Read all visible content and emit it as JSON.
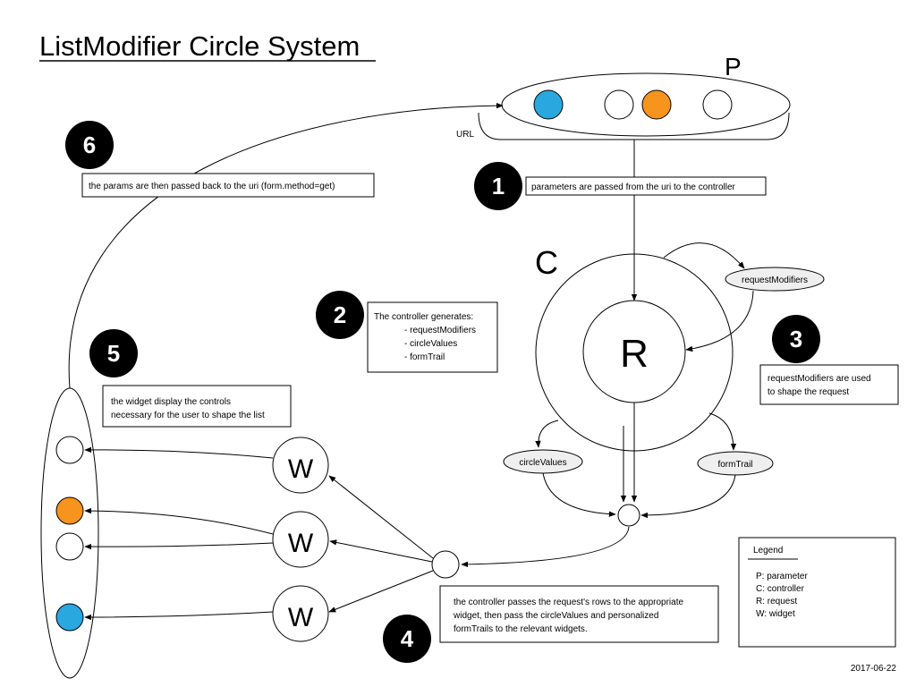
{
  "title": "ListModifier Circle System",
  "date": "2017-06-22",
  "colors": {
    "blue": "#29a8df",
    "orange": "#f7941d",
    "black": "#000000",
    "node_fill": "#efefef"
  },
  "labels": {
    "p": "P",
    "url": "URL",
    "c": "C",
    "r": "R",
    "w": "W",
    "request_modifiers": "requestModifiers",
    "circle_values": "circleValues",
    "form_trail": "formTrail"
  },
  "steps": [
    {
      "number": "1",
      "lines": [
        "parameters are passed from the uri to the controller"
      ]
    },
    {
      "number": "2",
      "lines": [
        "The controller generates:",
        "- requestModifiers",
        "- circleValues",
        "- formTrail"
      ]
    },
    {
      "number": "3",
      "lines": [
        "requestModifiers are used",
        "to shape the request"
      ]
    },
    {
      "number": "4",
      "lines": [
        "the controller passes the request's rows to the appropriate",
        "widget, then pass the circleValues and personalized",
        "formTrails to the relevant widgets."
      ]
    },
    {
      "number": "5",
      "lines": [
        "the widget display the controls",
        "necessary for the user to shape the list"
      ]
    },
    {
      "number": "6",
      "lines": [
        "the params are then passed back to the uri (form.method=get)"
      ]
    }
  ],
  "legend": {
    "title": "Legend",
    "items": [
      "P: parameter",
      "C: controller",
      "R: request",
      "W: widget"
    ]
  }
}
